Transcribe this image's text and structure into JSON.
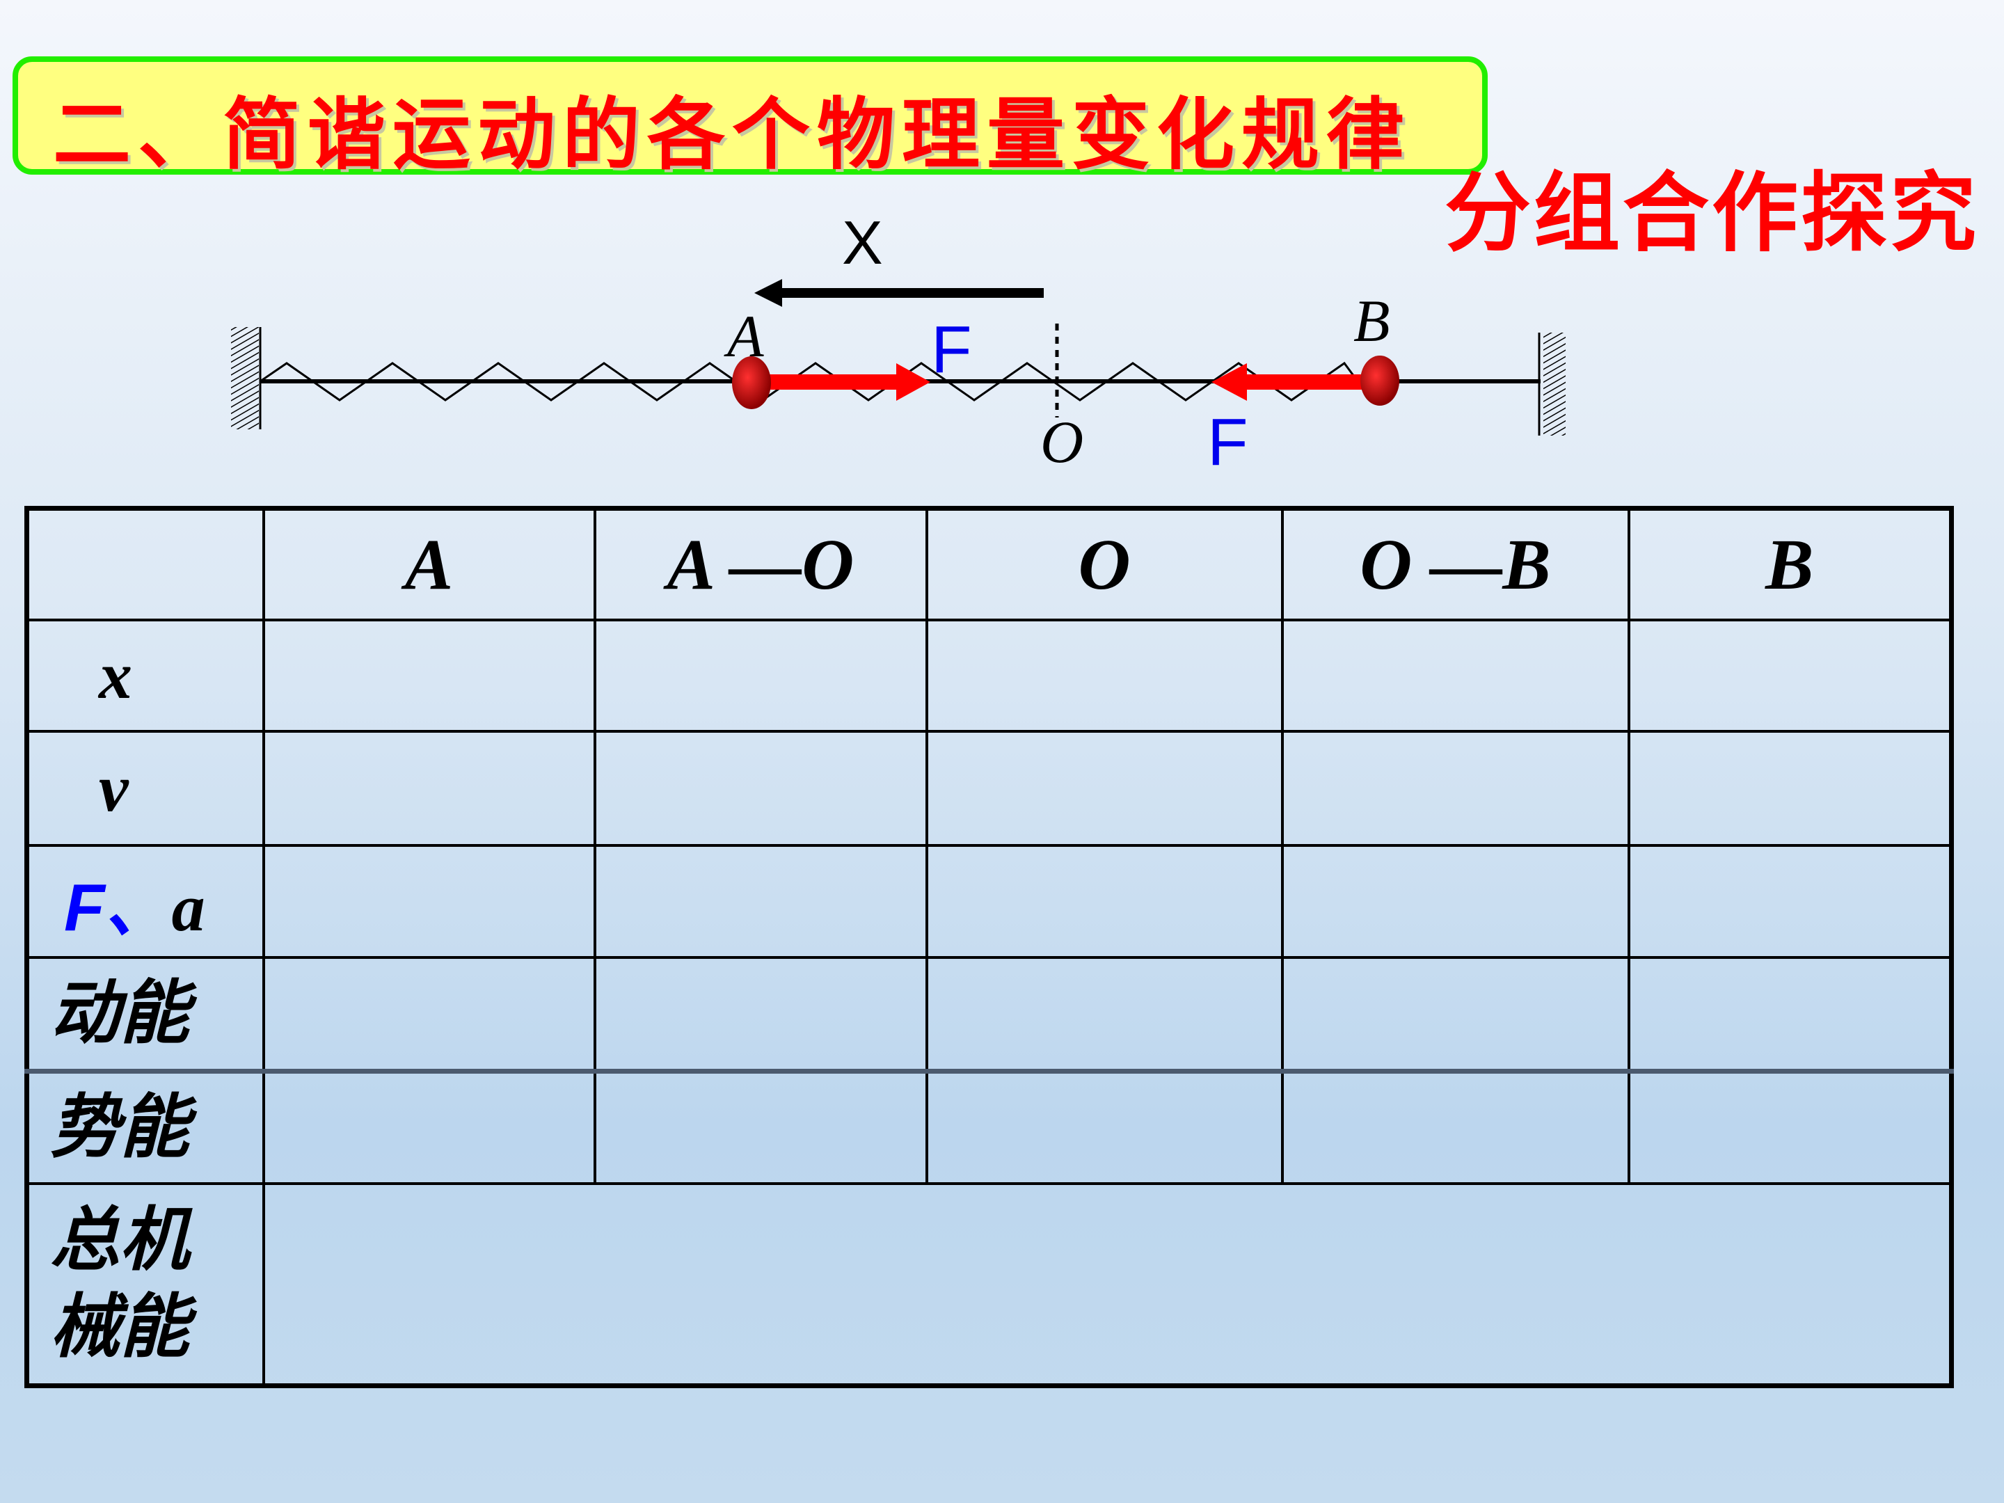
{
  "title": "二、简谐运动的各个物理量变化规律",
  "subtitle": "分组合作探究",
  "diagram": {
    "displacement_label": "X",
    "point_a": "A",
    "point_b": "B",
    "point_o": "O",
    "force_label_a": "F",
    "force_label_b": "F",
    "colors": {
      "force_arrow": "#ff0000",
      "force_label": "#0000ff",
      "ball": "#c00000"
    }
  },
  "table": {
    "columns": [
      "A",
      "A —O",
      "O",
      "O —B",
      "B"
    ],
    "rows": {
      "x": "x",
      "v": "v",
      "f_part": "F",
      "sep": "、",
      "a_part": "a",
      "kinetic": "动能",
      "potential": "势能",
      "total_1": "总机",
      "total_2": "械能"
    }
  }
}
